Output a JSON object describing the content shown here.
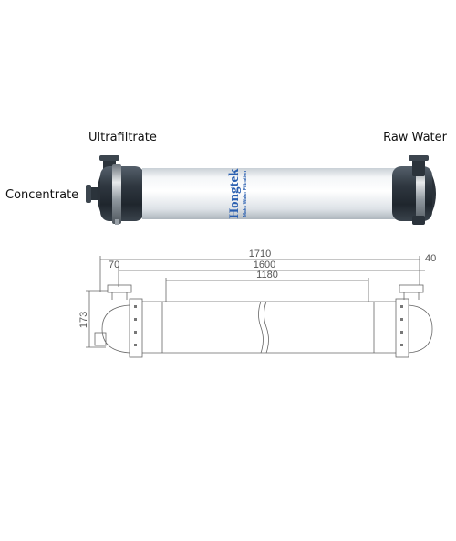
{
  "labels": {
    "ultrafiltrate": "Ultrafiltrate",
    "raw_water": "Raw Water",
    "concentrate": "Concentrate"
  },
  "brand": {
    "logo_text": "Hongtek",
    "logo_sub": "Make Water Filtration",
    "color": "#2a5fb0"
  },
  "dimensions": {
    "overall": "1710",
    "body": "1600",
    "tube": "1180",
    "left_port": "70",
    "right_port": "40",
    "port_height": "173"
  }
}
